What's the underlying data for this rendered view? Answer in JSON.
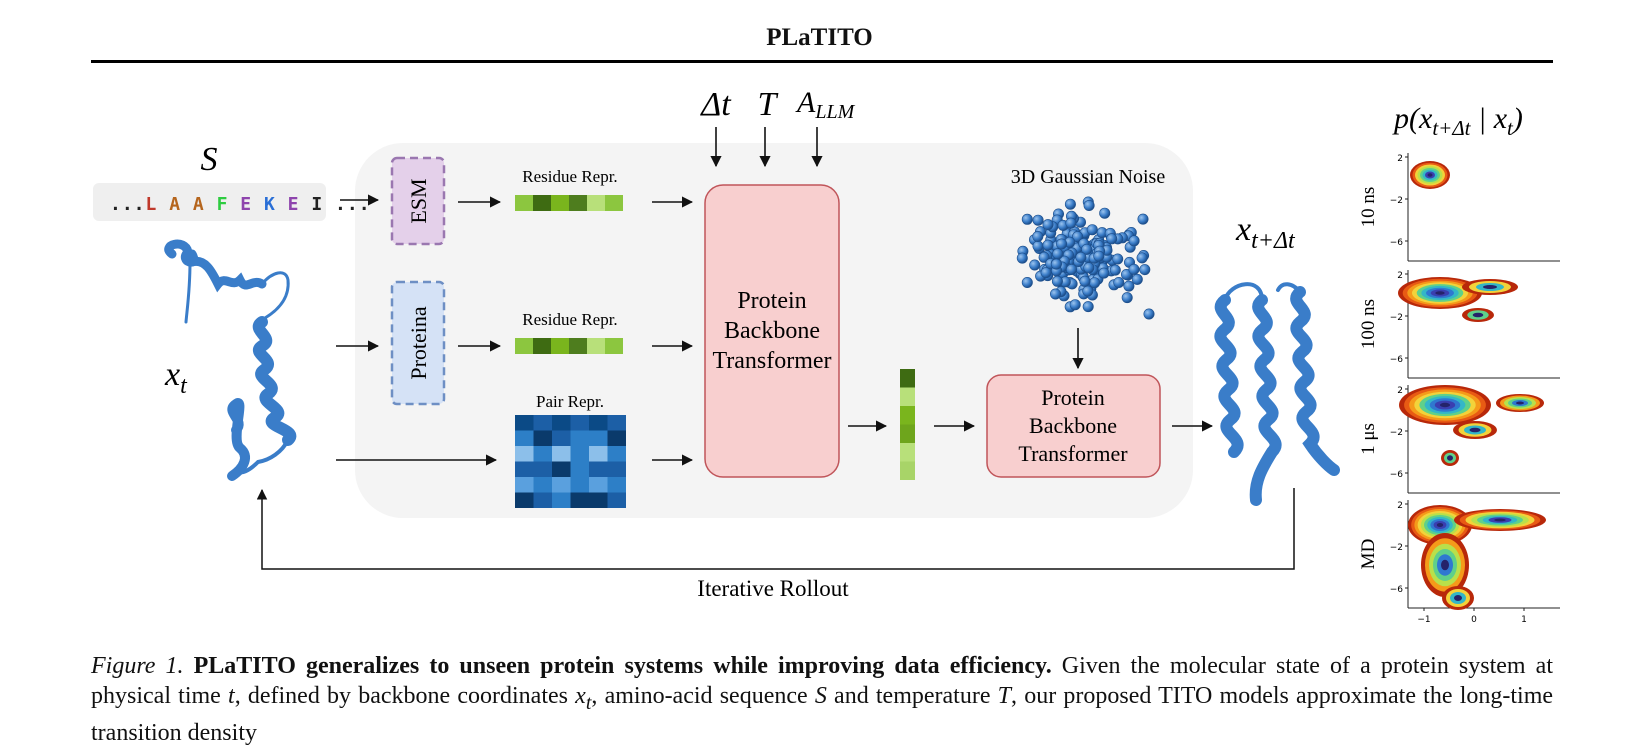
{
  "header": {
    "title": "PLaTITO"
  },
  "figure": {
    "inputs": {
      "sequence_symbol": "S",
      "sequence": [
        {
          "ch": "...",
          "color": "#222222"
        },
        {
          "ch": "L",
          "color": "#c0392b"
        },
        {
          "ch": "A",
          "color": "#b5651d"
        },
        {
          "ch": "A",
          "color": "#b5651d"
        },
        {
          "ch": "F",
          "color": "#2ecc40"
        },
        {
          "ch": "E",
          "color": "#8e44ad"
        },
        {
          "ch": "K",
          "color": "#2a6fd6"
        },
        {
          "ch": "E",
          "color": "#8e44ad"
        },
        {
          "ch": "I",
          "color": "#222222"
        },
        {
          "ch": "...",
          "color": "#222222"
        }
      ],
      "state_symbol": "x",
      "state_sub": "t"
    },
    "conditioning": {
      "delta_t": "Δt",
      "temperature": "T",
      "a_llm": "A",
      "a_llm_sub": "LLM"
    },
    "encoders": {
      "esm": "ESM",
      "proteina": "Proteina"
    },
    "representations": {
      "residue1": "Residue Repr.",
      "residue2": "Residue Repr.",
      "pair": "Pair Repr."
    },
    "transformer1": [
      "Protein",
      "Backbone",
      "Transformer"
    ],
    "transformer2": [
      "Protein",
      "Backbone",
      "Transformer"
    ],
    "noise_label": "3D Gaussian Noise",
    "output": {
      "symbol": "x",
      "sub": "t+Δt"
    },
    "rollout_label": "Iterative Rollout",
    "density": {
      "title": "p(x",
      "title_sub1": "t+Δt",
      "title_mid": " | x",
      "title_sub2": "t",
      "title_end": ")",
      "rows": [
        "10 ns",
        "100 ns",
        "1 μs",
        "MD"
      ],
      "yticks": [
        "2",
        "−2",
        "−6"
      ],
      "xticks": [
        "−1",
        "0",
        "1"
      ]
    },
    "colors": {
      "panel_bg": "#f4f4f4",
      "transformer_fill": "#f8cfcf",
      "transformer_stroke": "#c0555a",
      "esm_fill": "#e4d0ea",
      "esm_stroke": "#9a77b0",
      "proteina_fill": "#d5e2f6",
      "proteina_stroke": "#6e8fc4",
      "protein_blue": "#3a7dc9",
      "residue_greens": [
        "#8cc63f",
        "#3e6b12",
        "#7ab51d",
        "#4e7d1e",
        "#b8e07a",
        "#8cc63f"
      ],
      "latent_greens": [
        "#3e6b12",
        "#b8e07a",
        "#7ab51d",
        "#6ea51c",
        "#b8e07a",
        "#a8d468"
      ]
    }
  },
  "caption": {
    "label": "Figure 1.",
    "bold": "PLaTITO generalizes to unseen protein systems while improving data efficiency.",
    "p1": " Given the molecular state of a protein system at physical time ",
    "t": "t",
    "p2": ", defined by backbone coordinates ",
    "x": "x",
    "xsub": "t",
    "p3": ", amino-acid sequence ",
    "S": "S",
    "p4": " and temperature ",
    "T": "T",
    "p5": ", our proposed TITO models approximate the long-time transition density"
  }
}
